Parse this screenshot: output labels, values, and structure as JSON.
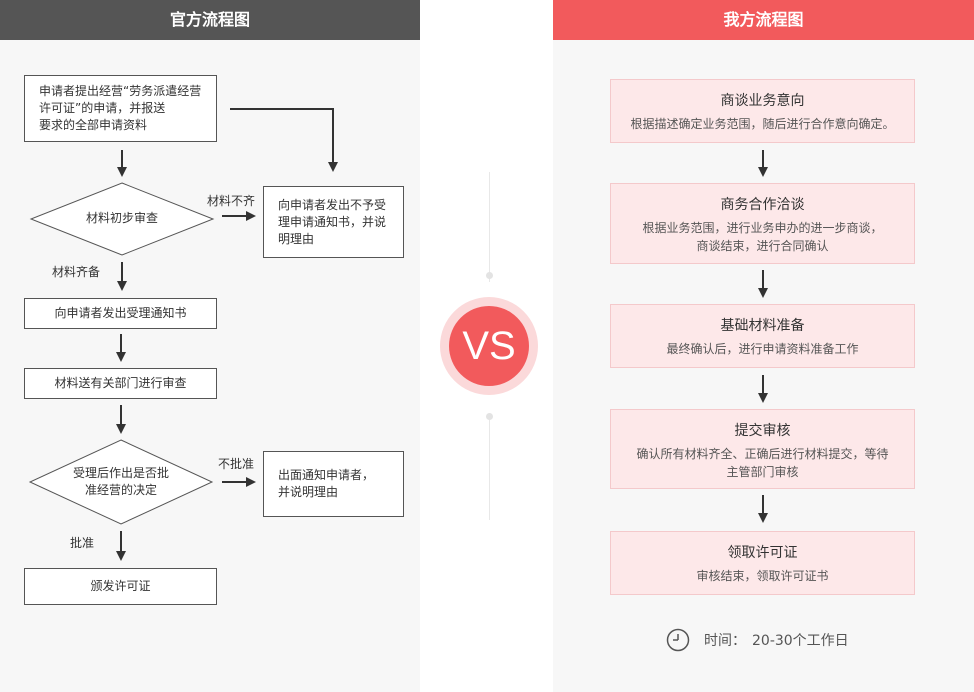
{
  "official": {
    "title": "官方流程图",
    "step_submit": "申请者提出经营“劳务派遣经营\n许可证”的申请，并报送\n要求的全部申请资料",
    "decision_initial": "材料初步审查",
    "label_incomplete": "材料不齐",
    "step_refuse": "向申请者发出不予受\n理申请通知书，并说\n明理由",
    "label_complete": "材料齐备",
    "step_accept_notice": "向申请者发出受理通知书",
    "step_review": "材料送有关部门进行审查",
    "decision_approve": "受理后作出是否批\n准经营的决定",
    "label_not_approved": "不批准",
    "step_reject_notice": "出面通知申请者，\n并说明理由",
    "label_approved": "批准",
    "step_issue": "颁发许可证"
  },
  "vs": {
    "label": "VS"
  },
  "ours": {
    "title": "我方流程图",
    "steps": [
      {
        "title": "商谈业务意向",
        "desc": "根据描述确定业务范围，随后进行合作意向确定。"
      },
      {
        "title": "商务合作洽谈",
        "desc": "根据业务范围，进行业务申办的进一步商谈，\n商谈结束，进行合同确认"
      },
      {
        "title": "基础材料准备",
        "desc": "最终确认后，进行申请资料准备工作"
      },
      {
        "title": "提交审核",
        "desc": "确认所有材料齐全、正确后进行材料提交，等待\n主管部门审核"
      },
      {
        "title": "领取许可证",
        "desc": "审核结束，领取许可证书"
      }
    ],
    "time_label": "时间：",
    "time_value": "20-30个工作日"
  },
  "colors": {
    "accent": "#f25a5c",
    "official_header": "#555555",
    "step_bg": "#fde8e9"
  },
  "icons": {
    "time": "clock-icon"
  }
}
